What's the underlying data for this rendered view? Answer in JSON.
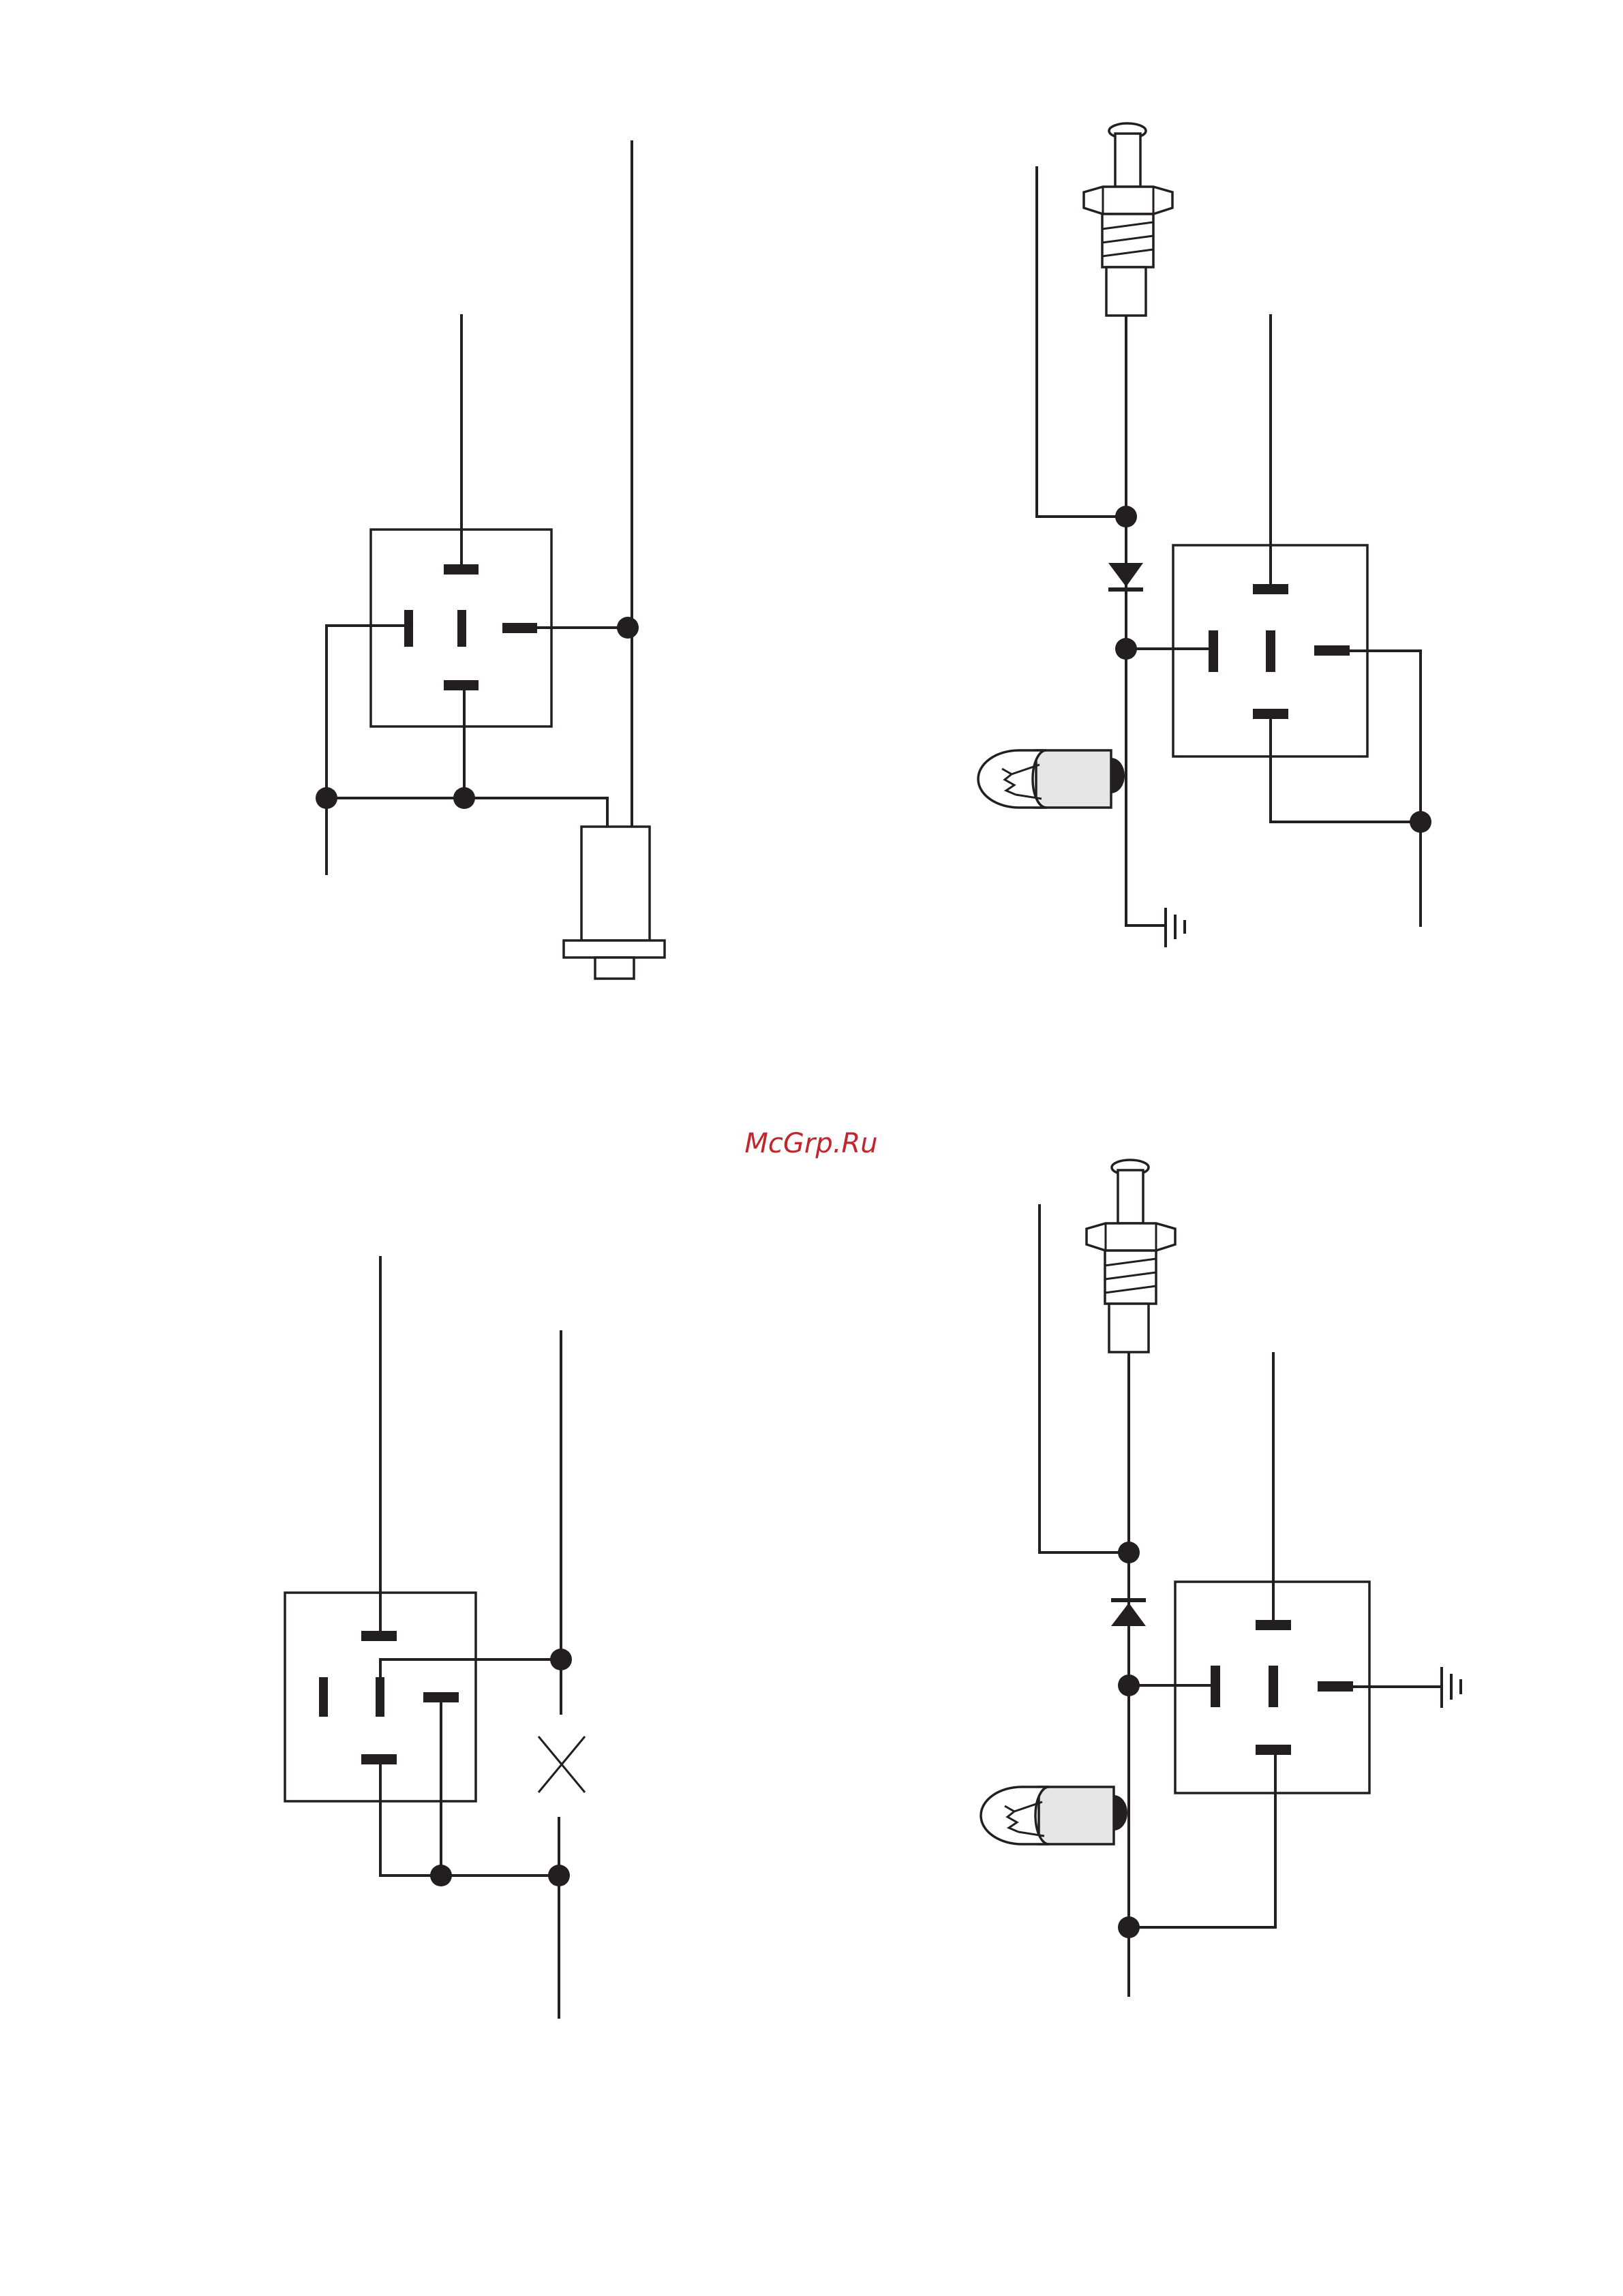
{
  "watermark": {
    "text": "McGrp.Ru",
    "color": "#c0272d"
  },
  "colors": {
    "line": "#231f20",
    "bulb_fill": "#e6e6e6",
    "background": "#ffffff"
  },
  "diagrams": [
    {
      "id": "top-left",
      "components": [
        "relay",
        "push-switch"
      ]
    },
    {
      "id": "top-right",
      "components": [
        "pressure-switch",
        "diode",
        "relay",
        "bulb",
        "ground"
      ]
    },
    {
      "id": "bottom-left",
      "components": [
        "relay",
        "open-contact"
      ]
    },
    {
      "id": "bottom-right",
      "components": [
        "pressure-switch",
        "diode",
        "relay",
        "bulb",
        "ground"
      ]
    }
  ]
}
